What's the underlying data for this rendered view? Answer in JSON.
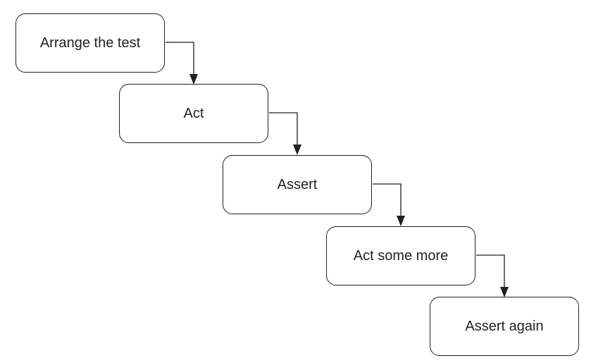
{
  "diagram": {
    "steps": [
      {
        "label": "Arrange the test"
      },
      {
        "label": "Act"
      },
      {
        "label": "Assert"
      },
      {
        "label": "Act some more"
      },
      {
        "label": "Assert again"
      }
    ],
    "colors": {
      "stroke": "#231f20",
      "background": "#ffffff"
    }
  }
}
